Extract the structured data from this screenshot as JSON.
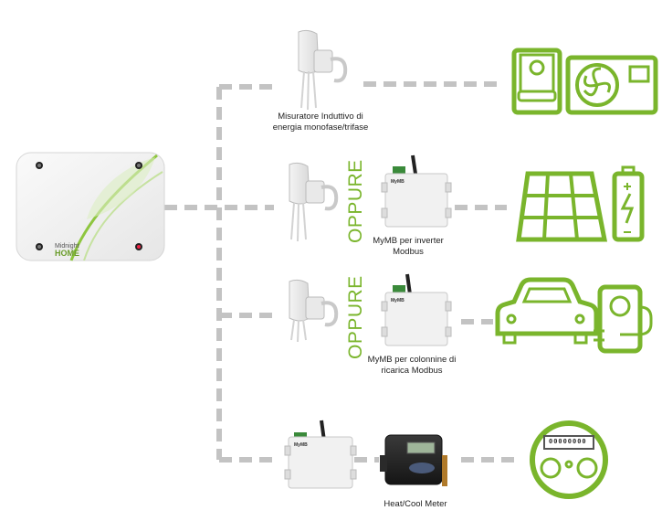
{
  "hub": {
    "brand_small": "Midnight",
    "brand_large": "HOME"
  },
  "oppure_text": "OPPURE",
  "labels": {
    "ct_sensor": "Misuratore Induttivo di\nenergia monofase/trifase",
    "mymb_inverter": "MyMB per inverter\nModbus",
    "mymb_charger": "MyMB per colonnine di\nricarica Modbus",
    "heat_cool_meter": "Heat/Cool Meter"
  },
  "module": {
    "brand": "MyMB"
  },
  "meter_counter": "00000000",
  "colors": {
    "accent_green": "#7ab52c",
    "dash_gray": "#c3c3c3"
  },
  "icons": [
    "hub-device",
    "ct-clamp-icon",
    "mymb-module-icon",
    "boiler-icon",
    "heat-pump-icon",
    "solar-panel-icon",
    "battery-icon",
    "car-icon",
    "ev-charger-icon",
    "heat-meter-icon",
    "gas-meter-icon"
  ]
}
